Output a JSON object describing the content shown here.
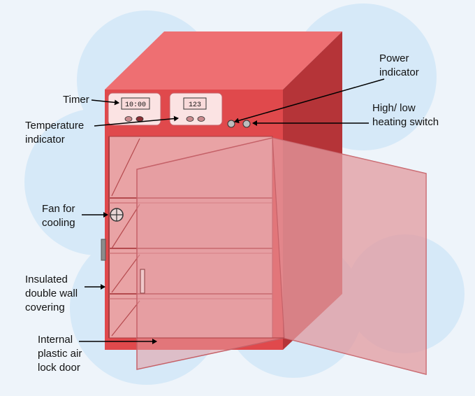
{
  "diagram": {
    "timer_readout": "10:00",
    "temperature_readout": "123",
    "labels": {
      "timer": [
        "Timer"
      ],
      "temperature": [
        "Temperature",
        "indicator"
      ],
      "power": [
        "Power",
        "indicator"
      ],
      "switch": [
        "High/ low",
        "heating switch"
      ],
      "fan": [
        "Fan for",
        "cooling"
      ],
      "insulated": [
        "Insulated",
        "double wall",
        "covering"
      ],
      "door": [
        "Internal",
        "plastic air",
        "lock door"
      ]
    }
  },
  "colors": {
    "background": "#eef4fa",
    "halo": "#d6e9f8",
    "cabinet_front": "#e0494c",
    "cabinet_top": "#ee6f72",
    "cabinet_side": "#b53438",
    "door": "#e39ba0",
    "door_edge": "#c56168"
  }
}
